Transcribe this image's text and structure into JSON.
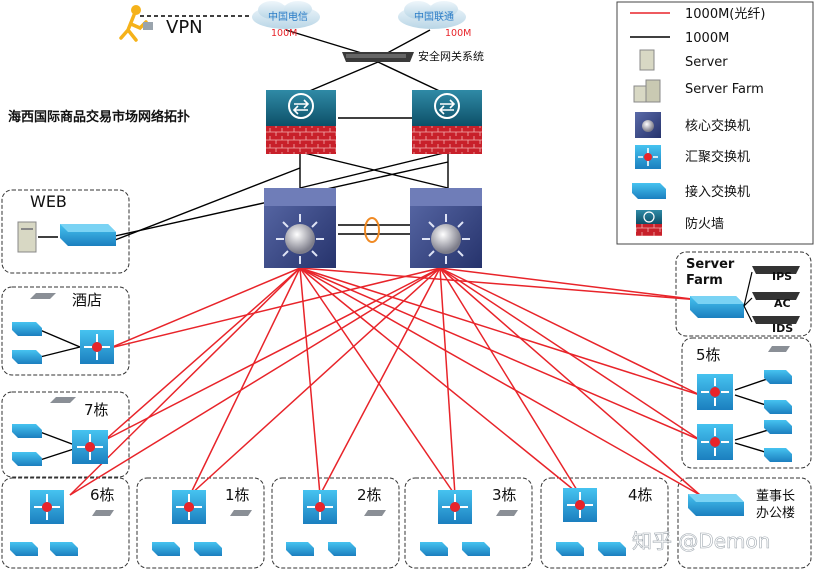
{
  "title": "海西国际商品交易市场网络拓扑",
  "internet": {
    "vpn_label": "VPN",
    "isp1": {
      "name": "中国电信",
      "bandwidth": "100M"
    },
    "isp2": {
      "name": "中国联通",
      "bandwidth": "100M"
    },
    "gateway_label": "安全网关系统"
  },
  "legend": {
    "fiber_label": "1000M(光纤)",
    "copper_label": "1000M",
    "server_label": "Server",
    "server_farm_label": "Server Farm",
    "core_label": "核心交换机",
    "agg_label": "汇聚交换机",
    "access_label": "接入交换机",
    "firewall_label": "防火墙",
    "colors": {
      "fiber": "#e8242a",
      "copper": "#000000"
    }
  },
  "groups": {
    "web": "WEB",
    "hotel": "酒店",
    "b7": "7栋",
    "b5": "5栋",
    "b6": "6栋",
    "b1": "1栋",
    "b2": "2栋",
    "b3": "3栋",
    "b4": "4栋",
    "exec_line1": "董事长",
    "exec_line2": "办公楼"
  },
  "server_farm": {
    "title_line1": "Server",
    "title_line2": "Farm",
    "devices": [
      "IPS",
      "AC",
      "IDS"
    ]
  },
  "watermark": "知乎 @Demon"
}
